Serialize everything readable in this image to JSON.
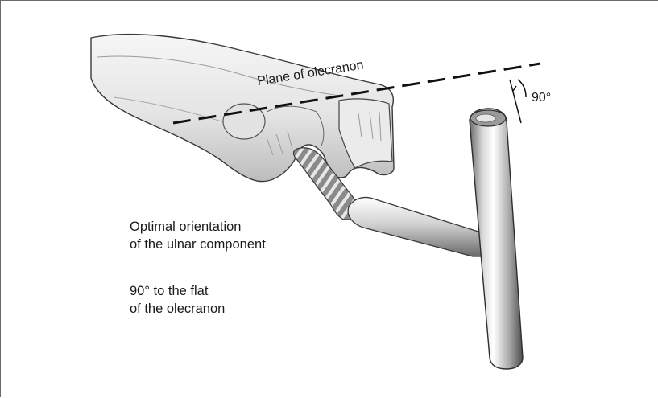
{
  "labels": {
    "plane": "Plane of olecranon",
    "angle": "90°"
  },
  "captions": [
    [
      "Optimal orientation",
      "of the ulnar component"
    ],
    [
      "90° to the flat",
      "of the olecranon"
    ]
  ],
  "colors": {
    "bone_light": "#f1f1f1",
    "bone_shade": "#c9c9c9",
    "metal_light": "#f4f4f4",
    "metal_dark": "#6e6e6e",
    "line": "#111111"
  }
}
